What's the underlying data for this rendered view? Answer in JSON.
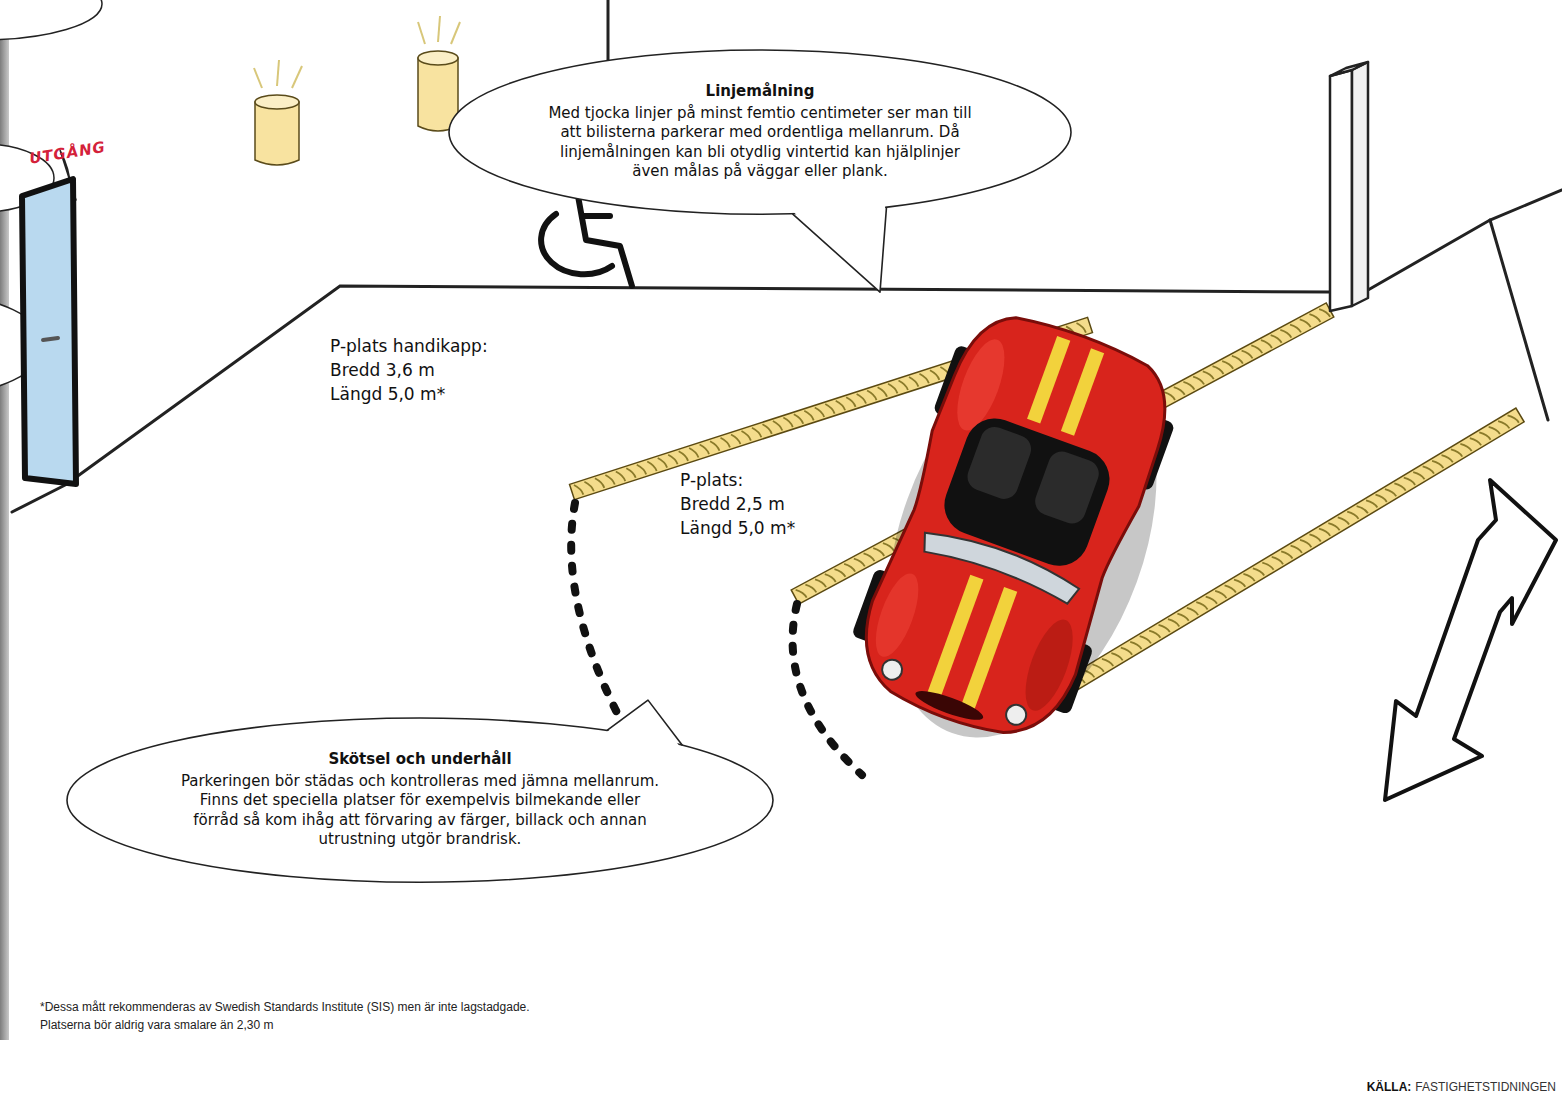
{
  "diagram": {
    "nodes": [
      {
        "text": [
          "Linjemålning",
          "Med tjocka linjer på minst femtio centimeter ser man till att bilisterna parkerar med ordentliga mellanrum. Då linjemålningen kan bli otydlig vintertid kan hjälplinjer även målas på väggar eller plank."
        ]
      },
      {
        "text": [
          "Skötsel och underhåll",
          "Parkeringen bör städas och kontrolleras med jämna mellanrum. Finns det speciella platser för exempelvis bilmekande eller förråd så kom ihåg att förvaring av färger, billack och annan utrustning utgör brandrisk."
        ]
      }
    ],
    "labels": [
      "UTGÅNG",
      "P-plats handikapp:",
      "Bredd 3,6 m",
      "Längd 5,0 m*",
      "P-plats:",
      "Bredd 2,5 m",
      "Längd 5,0 m*",
      "*Dessa mått rekommenderas av Swedish Standards Institute (SIS) men är inte lagstadgade.",
      "Platserna bör aldrig vara smalare än 2,30 m",
      "KÄLLA:",
      "FASTIGHETSTIDNINGEN"
    ]
  }
}
